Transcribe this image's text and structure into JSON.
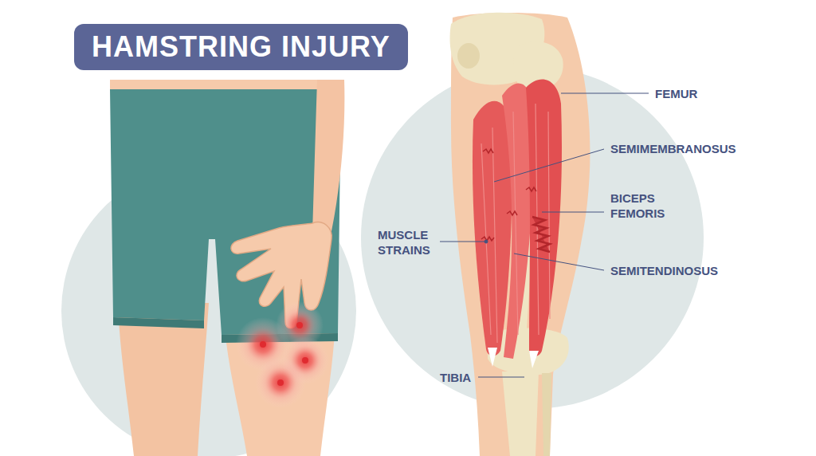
{
  "diagram": {
    "title": "HAMSTRING INJURY",
    "labels": [
      "FEMUR",
      "SEMIMEMBRANOSUS",
      "BICEPS FEMORIS",
      "MUSCLE STRAINS",
      "SEMITENDINOSUS",
      "TIBIA"
    ]
  }
}
